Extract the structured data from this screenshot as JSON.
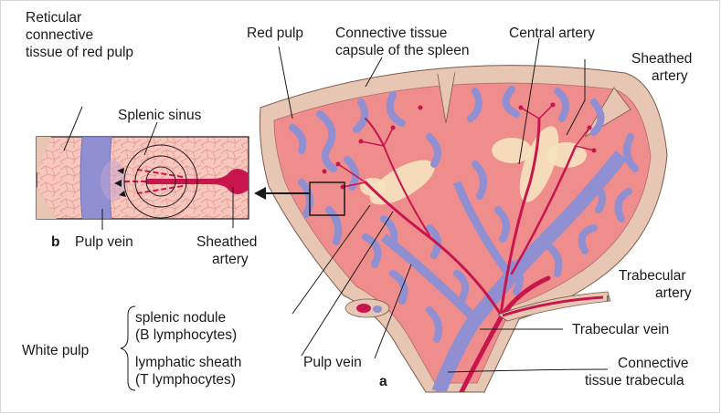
{
  "labels": {
    "reticular": [
      "Reticular",
      "connective",
      "tissue of red pulp"
    ],
    "red_pulp": "Red pulp",
    "capsule": [
      "Connective tissue",
      "capsule of the spleen"
    ],
    "central_artery": "Central artery",
    "sheathed_artery_right": [
      "Sheathed",
      "artery"
    ],
    "splenic_sinus": "Splenic sinus",
    "panel_b": "b",
    "pulp_vein_b": "Pulp vein",
    "sheathed_artery_b": [
      "Sheathed",
      "artery"
    ],
    "trabecular_artery": [
      "Trabecular",
      "artery"
    ],
    "trabecular_vein": "Trabecular vein",
    "splenic_nodule": [
      "splenic nodule",
      "(B lymphocytes)"
    ],
    "white_pulp": "White pulp",
    "lymphatic_sheath": [
      "lymphatic sheath",
      "(T lymphocytes)"
    ],
    "pulp_vein_a": "Pulp vein",
    "panel_a": "a",
    "trabecula": [
      "Connective",
      "tissue trabecula"
    ]
  },
  "colors": {
    "red_pulp": "#ef8d8d",
    "capsule": "#e7c7b3",
    "vein": "#8f8fd2",
    "artery": "#c8154e",
    "white_pulp": "#f5e3bf",
    "reticulum": "#d97b7b"
  }
}
